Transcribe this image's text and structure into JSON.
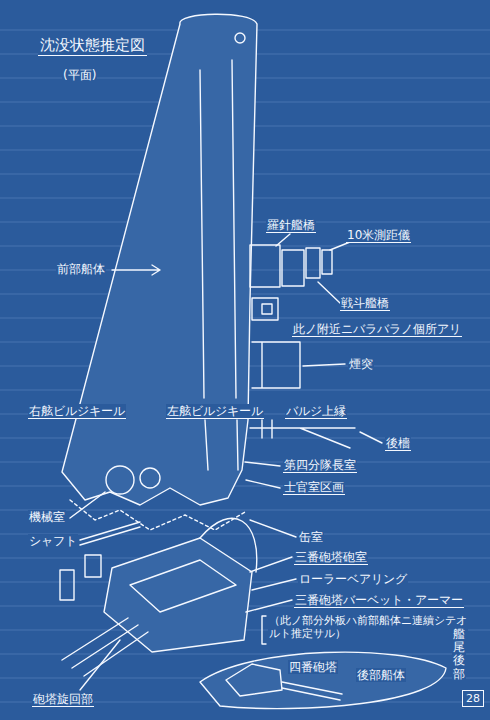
{
  "diagram": {
    "title": "沈没状態推定図",
    "nodes": [
      {
        "text": [
          "28"
        ]
      }
    ],
    "labels": [
      "(平面)",
      "羅針艦橋",
      "10米測距儀",
      "戦斗艦橋",
      "此ノ附近ニバラバラノ個所アリ",
      "前部船体",
      "煙突",
      "右舷ビルジキール",
      "左舷ビルジキール",
      "バルジ上縁",
      "後檣",
      "第四分隊長室",
      "機械室",
      "士官室区画",
      "シャフト",
      "缶室",
      "三番砲塔砲室",
      "ローラーベアリング",
      "三番砲塔バーベット・アーマー",
      "（此ノ部分外板ハ前部船体ニ連續シテオルト推定サル）",
      "四番砲塔",
      "後部船体",
      "艦尾後部",
      "砲塔旋回部"
    ]
  }
}
